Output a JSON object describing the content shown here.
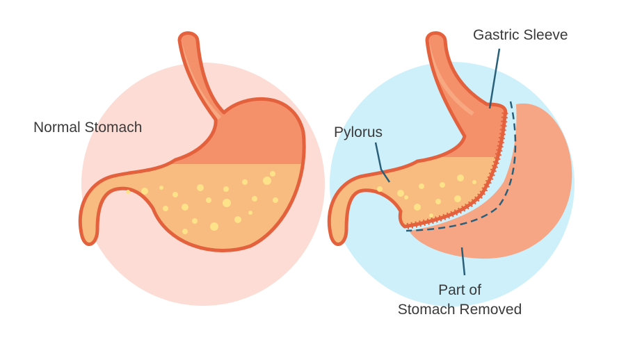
{
  "labels": {
    "normal_stomach": "Normal Stomach",
    "gastric_sleeve": "Gastric Sleeve",
    "pylorus": "Pylorus",
    "removed_line1": "Part of",
    "removed_line2": "Stomach Removed"
  },
  "colors": {
    "normal_circle": "#fcdcd4",
    "sleeve_circle": "#cdf0fb",
    "stomach_upper": "#f4906a",
    "stomach_lower": "#f9bc80",
    "outline": "#e4613e",
    "food": "#fde28a",
    "removed_part": "#f6a585",
    "leader_line": "#2a5f7a"
  }
}
